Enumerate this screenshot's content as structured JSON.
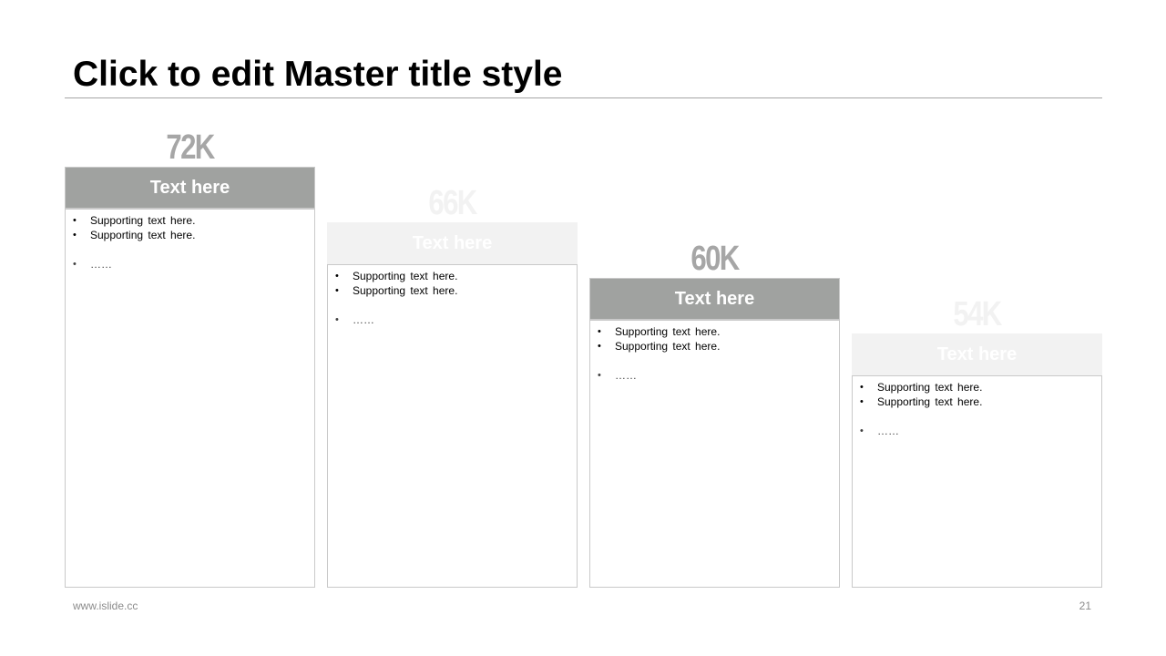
{
  "slide": {
    "title": "Click to edit Master title style",
    "footer_url": "www.islide.cc",
    "page_number": "21"
  },
  "colors": {
    "dark": "#a0a2a0",
    "light": "#f2f2f2",
    "border": "#c9c9c9"
  },
  "columns": [
    {
      "value": "72K",
      "header": "Text here",
      "style": "dark",
      "bullets": [
        "Supporting text here.",
        "Supporting text here.",
        "……"
      ]
    },
    {
      "value": "66K",
      "header": "Text here",
      "style": "light",
      "bullets": [
        "Supporting text here.",
        "Supporting text here.",
        "……"
      ]
    },
    {
      "value": "60K",
      "header": "Text here",
      "style": "dark",
      "bullets": [
        "Supporting text here.",
        "Supporting text here.",
        "……"
      ]
    },
    {
      "value": "54K",
      "header": "Text here",
      "style": "light",
      "bullets": [
        "Supporting text here.",
        "Supporting text here.",
        "……"
      ]
    }
  ]
}
